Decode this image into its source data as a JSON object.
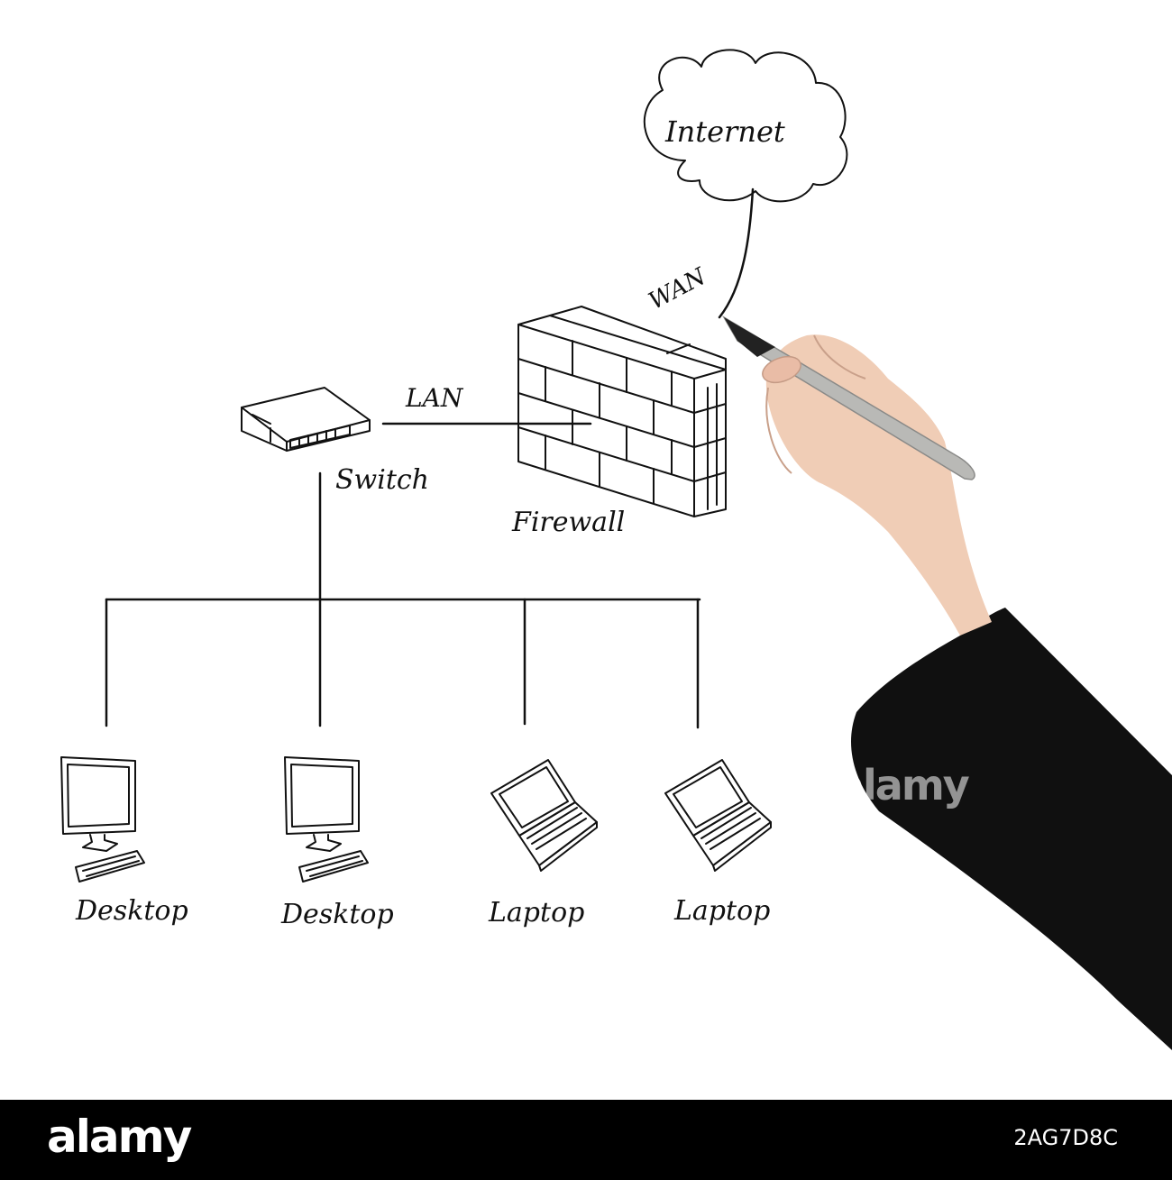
{
  "diagram": {
    "labels": {
      "internet": "Internet",
      "wan": "WAN",
      "lan": "LAN",
      "switch": "Switch",
      "firewall": "Firewall",
      "desktop_1": "Desktop",
      "desktop_2": "Desktop",
      "laptop_1": "Laptop",
      "laptop_2": "Laptop"
    }
  },
  "watermark": "alamy",
  "footer": {
    "logo": "alamy",
    "image_id": "2AG7D8C"
  },
  "colors": {
    "ink": "#111111",
    "sleeve": "#101010",
    "skin": "#f0cdb6",
    "pen": "#b9b9b6",
    "footer_bg": "#000000",
    "footer_text": "#ffffff"
  }
}
